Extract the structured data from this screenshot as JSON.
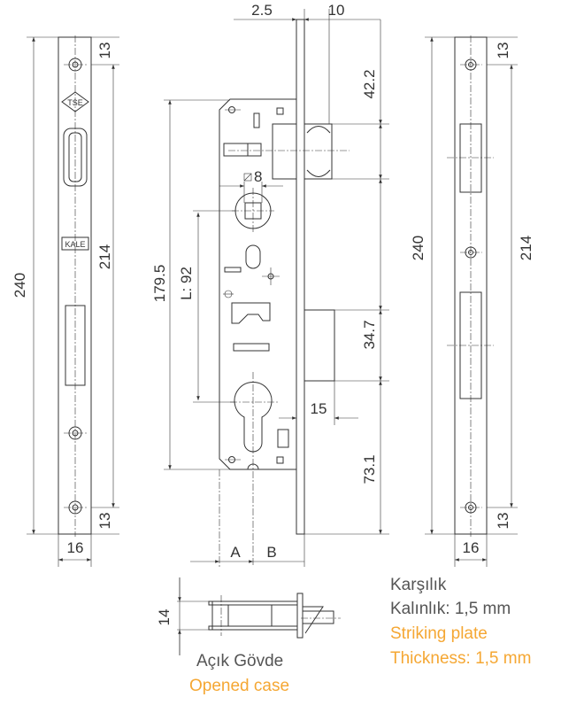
{
  "dimensions": {
    "left_height": "240",
    "left_hole_span": "214",
    "left_top_offset": "13",
    "left_bottom_offset": "13",
    "left_width": "16",
    "top_2_5": "2.5",
    "top_10": "10",
    "latch_42_2": "42.2",
    "deadbolt_34_7": "34.7",
    "bolt_15": "15",
    "bottom_73_1": "73.1",
    "case_179_5": "179.5",
    "center_distance": "L: 92",
    "spindle": "8",
    "backset_a": "A",
    "backset_b": "B",
    "right_height": "240",
    "right_hole_span": "214",
    "right_top_offset": "13",
    "right_bottom_offset": "13",
    "right_width": "16",
    "case_depth": "14"
  },
  "logos": {
    "tse": "TSE",
    "kale": "KALE"
  },
  "captions": {
    "opened_case_tr": "Açık Gövde",
    "opened_case_en": "Opened case",
    "striking_plate_tr": "Karşılık",
    "thickness_tr": "Kalınlık: 1,5 mm",
    "striking_plate_en": "Striking plate",
    "thickness_en": "Thickness: 1,5 mm"
  },
  "colors": {
    "line": "#333333",
    "accent": "#f5a733"
  }
}
